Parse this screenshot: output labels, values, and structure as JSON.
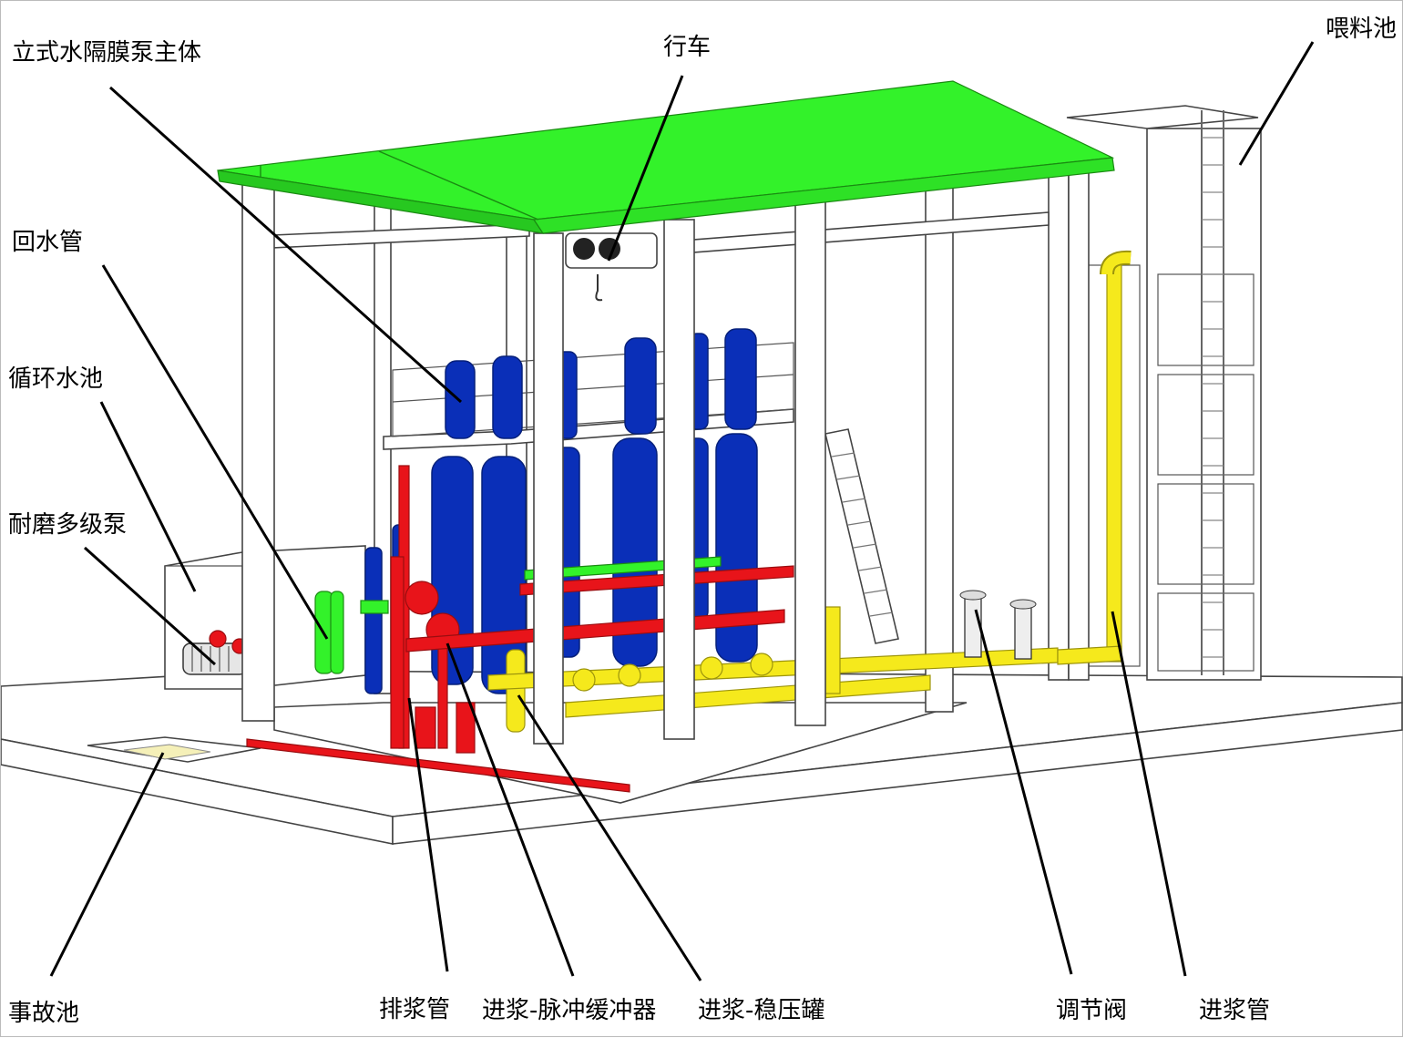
{
  "labels": {
    "pump_body": "立式水隔膜泵主体",
    "crane": "行车",
    "feed_tank": "喂料池",
    "return_pipe": "回水管",
    "circ_pool": "循环水池",
    "multistage_pump": "耐磨多级泵",
    "accident_pool": "事故池",
    "discharge_pipe": "排浆管",
    "pulse_damper": "进浆-脉冲缓冲器",
    "stabilizer_tank": "进浆-稳压罐",
    "control_valve": "调节阀",
    "feed_pipe": "进浆管"
  },
  "colors": {
    "roof": "#33f22a",
    "pump": "#0a2fb8",
    "discharge": "#e8141a",
    "feed": "#f5e91c",
    "return": "#33f22a"
  }
}
